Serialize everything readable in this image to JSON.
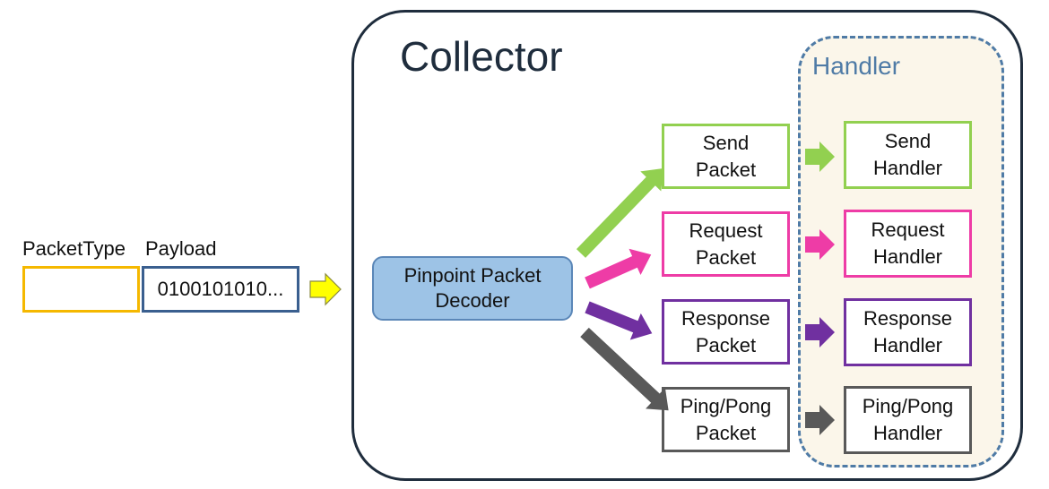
{
  "collector": {
    "title": "Collector"
  },
  "handler_group": {
    "title": "Handler"
  },
  "packet": {
    "type_label": "PacketType",
    "payload_label": "Payload",
    "payload_value": "0100101010..."
  },
  "decoder": {
    "line1": "Pinpoint Packet",
    "line2": "Decoder"
  },
  "packets": [
    {
      "line1": "Send",
      "line2": "Packet",
      "color": "#92D050"
    },
    {
      "line1": "Request",
      "line2": "Packet",
      "color": "#EE3CA6"
    },
    {
      "line1": "Response",
      "line2": "Packet",
      "color": "#7030A0"
    },
    {
      "line1": "Ping/Pong",
      "line2": "Packet",
      "color": "#595959"
    }
  ],
  "handlers": [
    {
      "line1": "Send",
      "line2": "Handler",
      "color": "#92D050"
    },
    {
      "line1": "Request",
      "line2": "Handler",
      "color": "#EE3CA6"
    },
    {
      "line1": "Response",
      "line2": "Handler",
      "color": "#7030A0"
    },
    {
      "line1": "Ping/Pong",
      "line2": "Handler",
      "color": "#595959"
    }
  ],
  "colors": {
    "packet_type_border": "#F5B800",
    "payload_border": "#3A5F8F",
    "input_arrow": "#FFFF00",
    "decoder_fill": "#9DC3E6",
    "decoder_border": "#5B87B8",
    "collector_border": "#1F2D3D",
    "handler_fill": "#FBF6EA",
    "handler_border": "#4F7BA6"
  }
}
